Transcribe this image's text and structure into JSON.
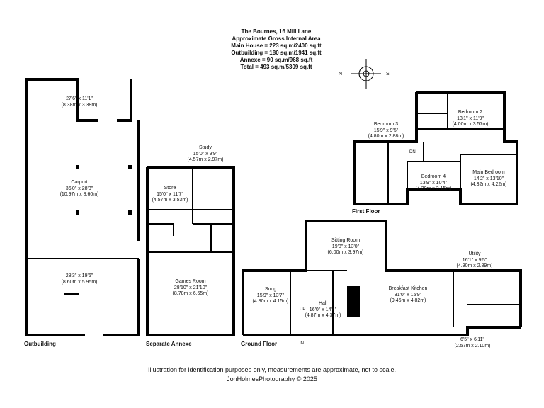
{
  "header": {
    "title": "The Bournes, 16 Mill Lane",
    "subtitle": "Approximate Gross Internal Area",
    "areas": [
      "Main House = 223 sq.m/2400 sq.ft",
      "Outbuilding = 180 sq.m/1941 sq.ft",
      "Annexe = 90 sq.m/968 sq.ft",
      "Total = 493 sq.m/5309 sq.ft"
    ]
  },
  "compass": {
    "n": "N",
    "s": "S"
  },
  "outbuilding": {
    "label": "Outbuilding",
    "rooms": [
      {
        "dims": "27'6\" x 11'1\"",
        "metric": "(8.38m x 3.38m)"
      },
      {
        "name": "Carport",
        "dims": "36'0\" x 28'3\"",
        "metric": "(10.97m x 8.60m)"
      },
      {
        "dims": "28'3\" x 19'6\"",
        "metric": "(8.60m x 5.95m)"
      }
    ]
  },
  "annexe": {
    "label": "Separate Annexe",
    "rooms": [
      {
        "name": "Study",
        "dims": "15'0\" x 9'9\"",
        "metric": "(4.57m x 2.97m)"
      },
      {
        "name": "Store",
        "dims": "15'0\" x 11'7\"",
        "metric": "(4.57m x 3.53m)"
      },
      {
        "name": "Games Room",
        "dims": "28'10\" x 21'10\"",
        "metric": "(8.78m x 6.65m)"
      }
    ]
  },
  "ground_floor": {
    "label": "Ground Floor",
    "entrance": "IN",
    "stairs": "UP",
    "rooms": [
      {
        "name": "Sitting Room",
        "dims": "19'8\" x 13'0\"",
        "metric": "(6.00m x 3.97m)"
      },
      {
        "name": "Snug",
        "dims": "15'9\" x 13'7\"",
        "metric": "(4.80m x 4.15m)"
      },
      {
        "name": "Hall",
        "dims": "16'0\" x 14'4\"",
        "metric": "(4.87m x 4.37m)"
      },
      {
        "name": "Breakfast Kitchen",
        "dims": "31'0\" x 15'9\"",
        "metric": "(9.46m x 4.82m)"
      },
      {
        "name": "Utility",
        "dims": "16'1\" x 9'5\"",
        "metric": "(4.90m x 2.89m)"
      },
      {
        "dims": "6'5\" x 6'11\"",
        "metric": "(2.57m x 2.10m)"
      }
    ]
  },
  "first_floor": {
    "label": "First Floor",
    "stairs": "DN",
    "rooms": [
      {
        "name": "Bedroom 2",
        "dims": "13'1\" x 11'9\"",
        "metric": "(4.00m x 3.57m)"
      },
      {
        "name": "Bedroom 3",
        "dims": "15'9\" x 9'5\"",
        "metric": "(4.80m x 2.88m)"
      },
      {
        "name": "Bedroom 4",
        "dims": "13'9\" x 10'4\"",
        "metric": "(4.20m x 3.15m)"
      },
      {
        "name": "Main Bedroom",
        "dims": "14'2\" x 13'10\"",
        "metric": "(4.32m x 4.22m)"
      }
    ]
  },
  "footer": {
    "disclaimer": "Illustration for identification purposes only, measurements are approximate, not to scale.",
    "credit": "JonHolmesPhotography © 2025"
  }
}
